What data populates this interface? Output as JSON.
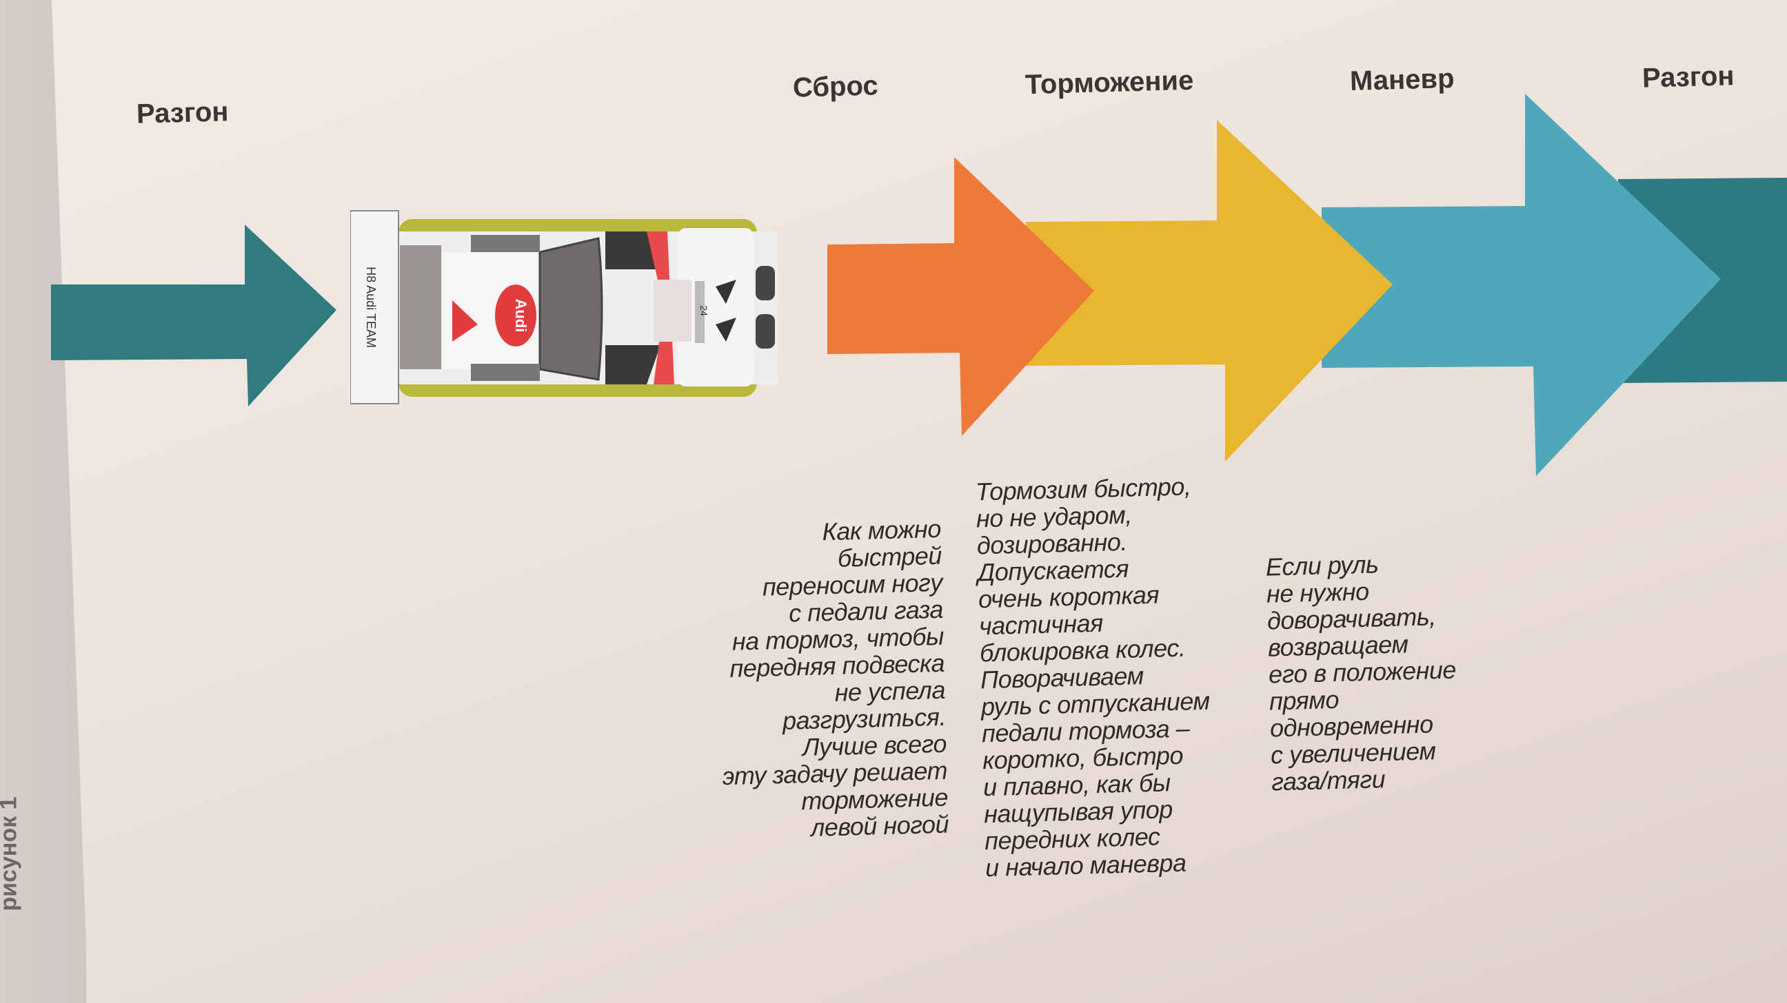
{
  "figure_label": "рисунок 1",
  "stages": [
    {
      "label": "Разгон",
      "color": "#2f7b80"
    },
    {
      "label": "Сброс",
      "color": "#ee7a3a"
    },
    {
      "label": "Торможение",
      "color": "#e9b632"
    },
    {
      "label": "Маневр",
      "color": "#4ea8b9"
    },
    {
      "label": "Разгон",
      "color": "#2c7a82"
    }
  ],
  "descriptions": {
    "reset": [
      "Как можно",
      "быстрей",
      "переносим ногу",
      "с педали газа",
      "на тормоз, чтобы",
      "передняя подвеска",
      "не успела",
      "разгрузиться.",
      "Лучше всего",
      "эту задачу решает",
      "торможение",
      "левой ногой"
    ],
    "braking": [
      "Тормозим быстро,",
      "но не ударом,",
      "дозированно.",
      "Допускается",
      "очень короткая",
      "частичная",
      "блокировка колес.",
      "Поворачиваем",
      "руль с отпусканием",
      "педали тормоза –",
      "коротко, быстро",
      "и плавно, как бы",
      "нащупывая упор",
      "передних колес",
      "и начало маневра"
    ],
    "maneuver": [
      "Если руль",
      "не нужно",
      "доворачивать,",
      "возвращаем",
      "его в положение",
      "прямо",
      "одновременно",
      "с увеличением",
      "газа/тяги"
    ]
  },
  "car": {
    "logo_text": "Audi",
    "team_text": "H8 Audi TEAM",
    "number": "24"
  }
}
